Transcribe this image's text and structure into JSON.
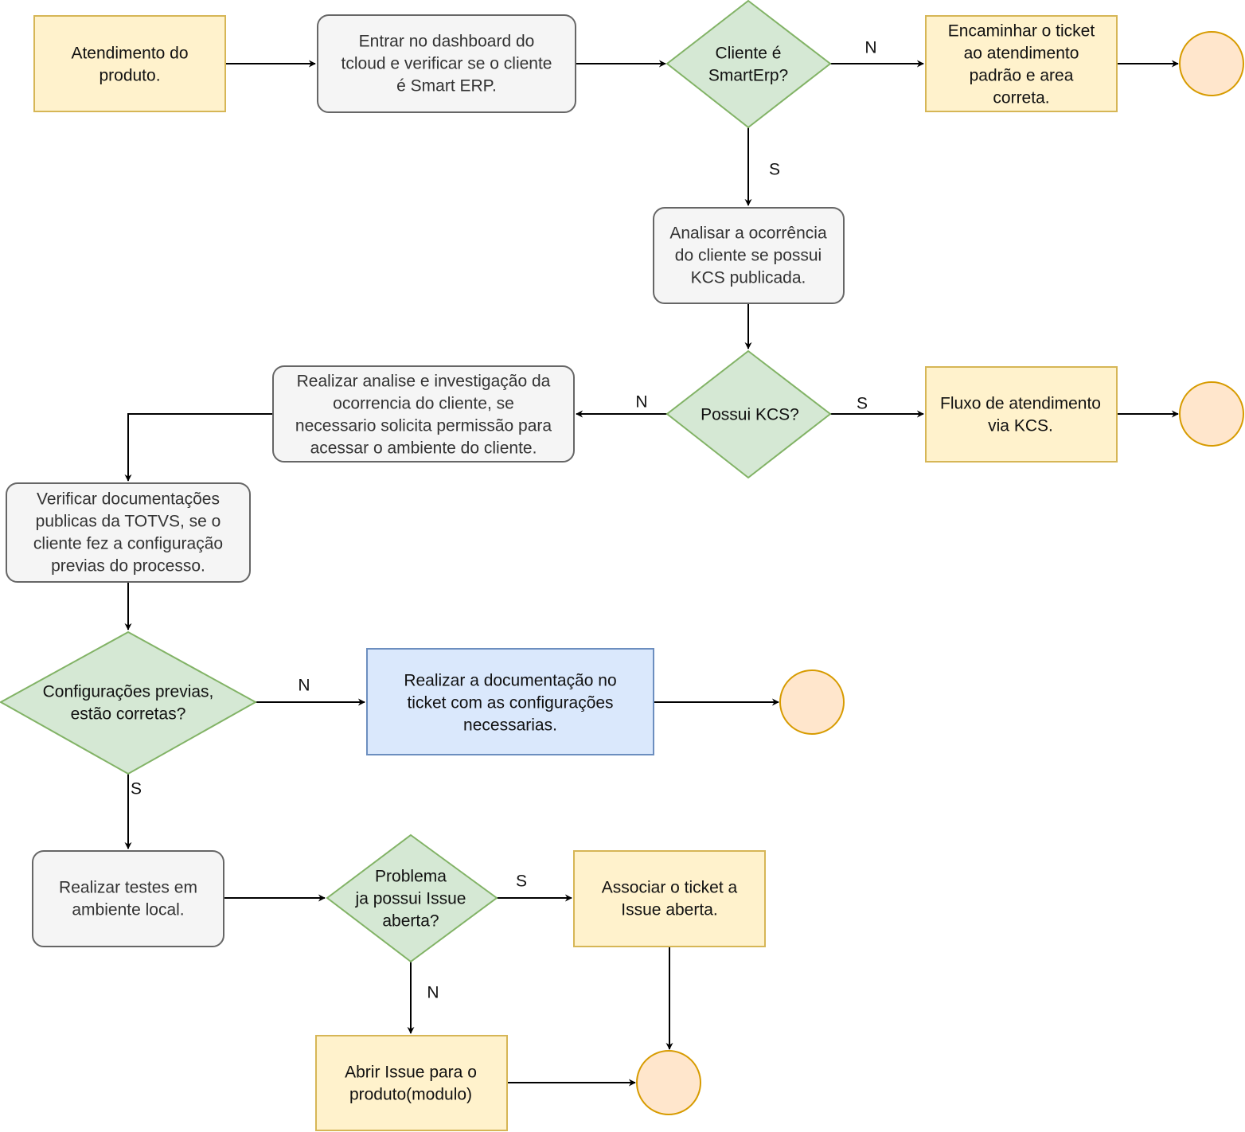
{
  "colors": {
    "yellow_fill": "#fff2cc",
    "yellow_stroke": "#d6b656",
    "grey_fill": "#f5f5f5",
    "grey_stroke": "#666666",
    "green_fill": "#d5e8d4",
    "green_stroke": "#82b366",
    "blue_fill": "#dae8fc",
    "blue_stroke": "#6c8ebf",
    "end_fill": "#ffe6cc",
    "end_stroke": "#d79b00"
  },
  "nodes": {
    "atendimento": [
      "Atendimento do",
      "produto."
    ],
    "dashboard": [
      "Entrar no dashboard do",
      "tcloud e verificar se o cliente",
      "é Smart ERP."
    ],
    "cliente_smarterp": [
      "Cliente é",
      "SmartErp?"
    ],
    "encaminhar": [
      "Encaminhar o ticket",
      "ao atendimento",
      "padrão e area",
      "correta."
    ],
    "analisar": [
      "Analisar a ocorrência",
      "do cliente se possui",
      "KCS publicada."
    ],
    "possui_kcs": [
      "Possui KCS?"
    ],
    "fluxo_kcs": [
      "Fluxo de atendimento",
      "via KCS."
    ],
    "realizar_analise": [
      "Realizar analise e investigação da",
      "ocorrencia do cliente, se",
      "necessario solicita permissão para",
      "acessar o ambiente do cliente."
    ],
    "verificar_doc": [
      "Verificar documentações",
      "publicas da TOTVS, se o",
      "cliente fez a configuração",
      "previas do processo."
    ],
    "config_previas": [
      "Configurações previas,",
      "estão corretas?"
    ],
    "realizar_doc": [
      "Realizar a documentação no",
      "ticket com as configurações",
      "necessarias."
    ],
    "testes": [
      "Realizar testes em",
      "ambiente local."
    ],
    "problema_issue": [
      "Problema",
      "ja possui Issue",
      "aberta?"
    ],
    "associar": [
      "Associar o ticket a",
      "Issue aberta."
    ],
    "abrir_issue": [
      "Abrir Issue para o",
      "produto(modulo)"
    ]
  },
  "edge_labels": {
    "smarterp_no": "N",
    "smarterp_yes": "S",
    "kcs_no": "N",
    "kcs_yes": "S",
    "config_no": "N",
    "config_yes": "S",
    "issue_yes": "S",
    "issue_no": "N"
  }
}
